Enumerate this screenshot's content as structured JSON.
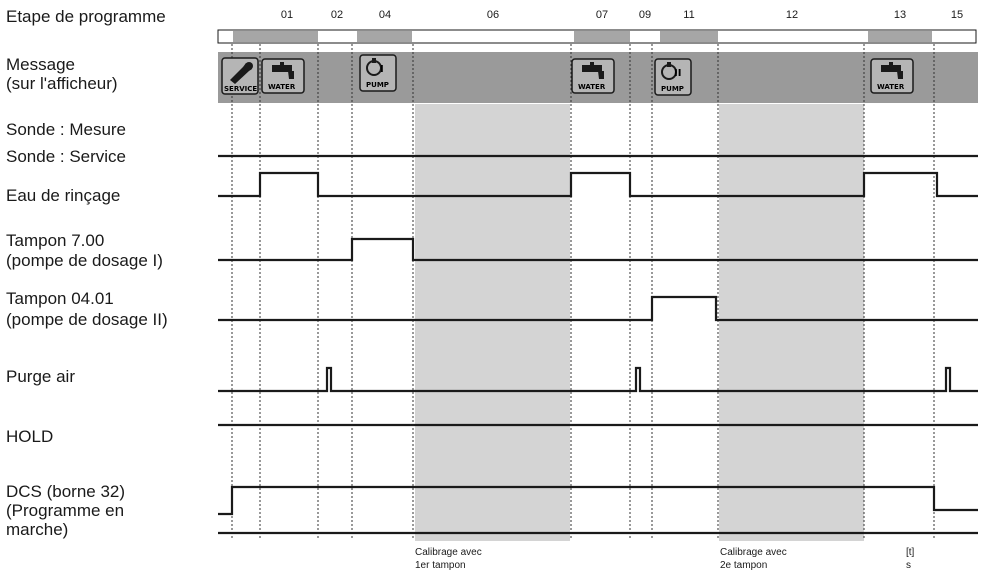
{
  "row_labels": {
    "etape": "Etape de programme",
    "message_l1": "Message",
    "message_l2": "(sur l'afficheur)",
    "sonde_mesure": "Sonde : Mesure",
    "sonde_service": "Sonde : Service",
    "eau": "Eau de rinçage",
    "tampon7_l1": "Tampon 7.00",
    "tampon7_l2": "(pompe de dosage I)",
    "tampon4_l1": "Tampon 04.01",
    "tampon4_l2": "(pompe de dosage II)",
    "purge": "Purge air",
    "hold": "HOLD",
    "dcs_l1": "DCS (borne 32)",
    "dcs_l2": "(Programme en",
    "dcs_l3": "marche)"
  },
  "steps": [
    "01",
    "02",
    "04",
    "06",
    "07",
    "09",
    "11",
    "12",
    "13",
    "15"
  ],
  "messages": {
    "service": "SERVICE",
    "water": "WATER",
    "pump": "PUMP",
    "pump_i": "I",
    "pump_ii": "II"
  },
  "notes": {
    "calib1_l1": "Calibrage avec",
    "calib1_l2": "1er tampon",
    "calib2_l1": "Calibrage avec",
    "calib2_l2": "2e tampon",
    "time_l1": "[t]",
    "time_l2": "s"
  },
  "colors": {
    "message_bar": "#9a9a9a",
    "calibration_shade": "#d4d4d4",
    "step_bar_fill": "#a6a6a6",
    "signal_line": "#1a1a1a"
  }
}
